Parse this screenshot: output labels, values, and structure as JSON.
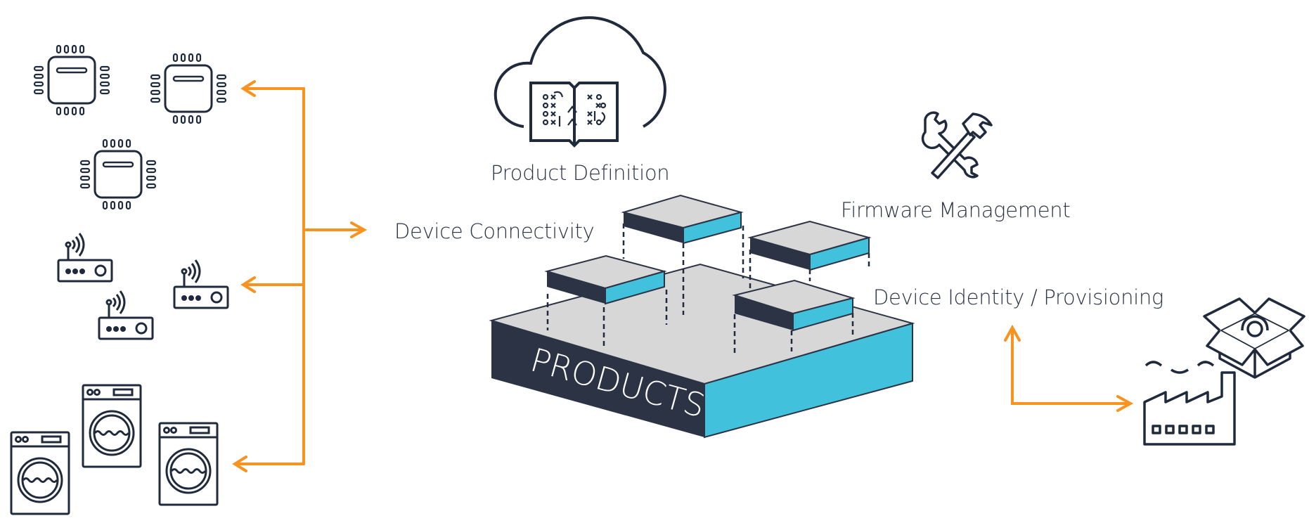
{
  "labels": {
    "product_definition": "Product Definition",
    "device_connectivity": "Device Connectivity",
    "firmware_management": "Firmware Management",
    "device_identity": "Device Identity / Provisioning",
    "products": "PRODUCTS"
  },
  "colors": {
    "navy": "#2b3345",
    "cyan": "#41c1dc",
    "gray_top": "#d7d7d7",
    "arrow_orange": "#f7931e",
    "icon_stroke": "#1f2a3c"
  },
  "icons": {
    "chips": "microchip-icon",
    "routers": "wifi-router-icon",
    "washers": "washing-machine-icon",
    "cloud": "cloud-book-icon",
    "tools": "wrench-hammer-icon",
    "box": "gear-box-icon",
    "factory": "factory-icon"
  }
}
